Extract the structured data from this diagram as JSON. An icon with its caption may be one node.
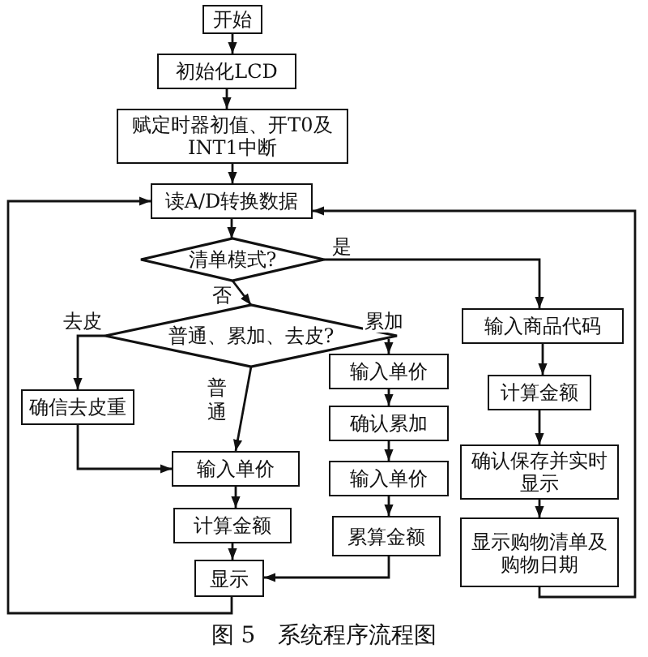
{
  "diagram": {
    "caption": "图 5　系统程序流程图",
    "nodes": [
      {
        "text": [
          "开始"
        ]
      },
      {
        "text": [
          "初始化LCD"
        ]
      },
      {
        "text": [
          "赋定时器初值、开T0及INT1中断"
        ]
      },
      {
        "text": [
          "读A/D转换数据"
        ]
      },
      {
        "text": [
          "清单模式?"
        ]
      },
      {
        "text": [
          "普通、累加、去皮?"
        ]
      },
      {
        "text": [
          "确信去皮重"
        ]
      },
      {
        "text": [
          "输入单价"
        ]
      },
      {
        "text": [
          "计算金额"
        ]
      },
      {
        "text": [
          "显示"
        ]
      },
      {
        "text": [
          "输入单价"
        ]
      },
      {
        "text": [
          "确认累加"
        ]
      },
      {
        "text": [
          "输入单价"
        ]
      },
      {
        "text": [
          "累算金额"
        ]
      },
      {
        "text": [
          "输入商品代码"
        ]
      },
      {
        "text": [
          "计算金额"
        ]
      },
      {
        "text": [
          "确认保存并实时显示"
        ]
      },
      {
        "text": [
          "显示购物清单及购物日期"
        ]
      }
    ],
    "edges": [
      {
        "from": 0,
        "to": 1,
        "arrow": "to"
      },
      {
        "from": 1,
        "to": 2,
        "arrow": "to"
      },
      {
        "from": 2,
        "to": 3,
        "arrow": "to"
      },
      {
        "from": 3,
        "to": 4,
        "arrow": "to"
      },
      {
        "from": 4,
        "to": 14,
        "arrow": "to",
        "label": "是"
      },
      {
        "from": 4,
        "to": 5,
        "arrow": "to",
        "label": "否"
      },
      {
        "from": 5,
        "to": 6,
        "arrow": "to",
        "label": "去皮"
      },
      {
        "from": 5,
        "to": 7,
        "arrow": "to",
        "label": "普通"
      },
      {
        "from": 5,
        "to": 10,
        "arrow": "to",
        "label": "累加"
      },
      {
        "from": 6,
        "to": 7,
        "arrow": "to"
      },
      {
        "from": 7,
        "to": 8,
        "arrow": "to"
      },
      {
        "from": 8,
        "to": 9,
        "arrow": "to"
      },
      {
        "from": 10,
        "to": 11,
        "arrow": "to"
      },
      {
        "from": 11,
        "to": 12,
        "arrow": "to"
      },
      {
        "from": 12,
        "to": 13,
        "arrow": "to"
      },
      {
        "from": 13,
        "to": 9,
        "arrow": "to"
      },
      {
        "from": 14,
        "to": 15,
        "arrow": "to"
      },
      {
        "from": 15,
        "to": 16,
        "arrow": "to"
      },
      {
        "from": 16,
        "to": 17,
        "arrow": "to"
      },
      {
        "from": 17,
        "to": 3,
        "arrow": "to"
      },
      {
        "from": 9,
        "to": 3,
        "arrow": "to"
      }
    ]
  }
}
